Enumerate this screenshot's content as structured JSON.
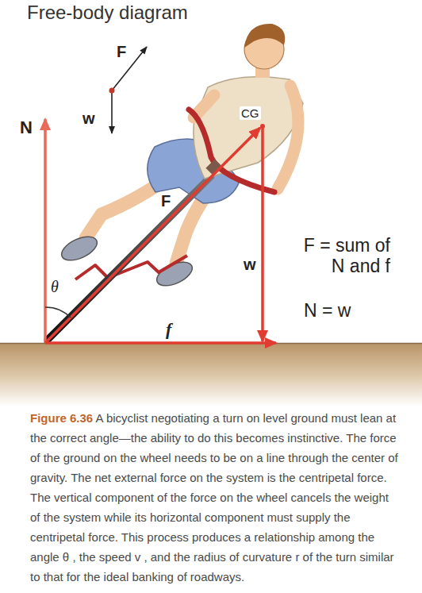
{
  "diagram": {
    "title": "Free-body diagram",
    "caption": "Figure 6.36 A bicyclist negotiating a turn on level ground must lean at the correct angle—the ability to do this becomes instinctive. The force of the ground on the wheel needs to be on a line through the center of gravity. The net external force on the system is the centripetal force. The vertical component of the force on the wheel cancels the weight of the system while its horizontal component must supply the centripetal force. This process produces a relationship among the angle θ , the speed v , and the radius of curvature r of the turn similar to that for the ideal banking of roadways.",
    "labels": [
      "F",
      "N",
      "w",
      "CG",
      "F",
      "θ",
      "w",
      "F = sum of N and f",
      "N = w",
      "f"
    ]
  }
}
